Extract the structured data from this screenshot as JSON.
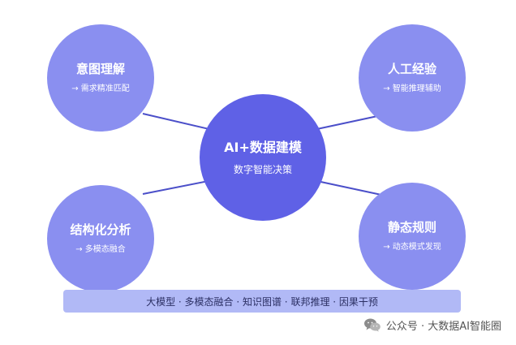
{
  "diagram": {
    "center": {
      "title": "AI+数据建模",
      "subtitle": "数字智能决策"
    },
    "nodes": [
      {
        "id": "top-left",
        "title": "意图理解",
        "subtitle": "→ 需求精准匹配"
      },
      {
        "id": "top-right",
        "title": "人工经验",
        "subtitle": "→ 智能推理辅助"
      },
      {
        "id": "bottom-left",
        "title": "结构化分析",
        "subtitle": "→ 多模态融合"
      },
      {
        "id": "bottom-right",
        "title": "静态规则",
        "subtitle": "→ 动态模式发现"
      }
    ],
    "footer_bar": "大模型 · 多模态融合 · 知识图谱 · 联邦推理 · 因果干预",
    "colors": {
      "center": "#5f61e6",
      "satellite": "#8a8ff0",
      "bar": "#b1b9f6",
      "connector": "#4b4fc9"
    }
  },
  "watermark": {
    "icon": "wechat-icon",
    "text": "公众号 · 大数据AI智能圈"
  }
}
